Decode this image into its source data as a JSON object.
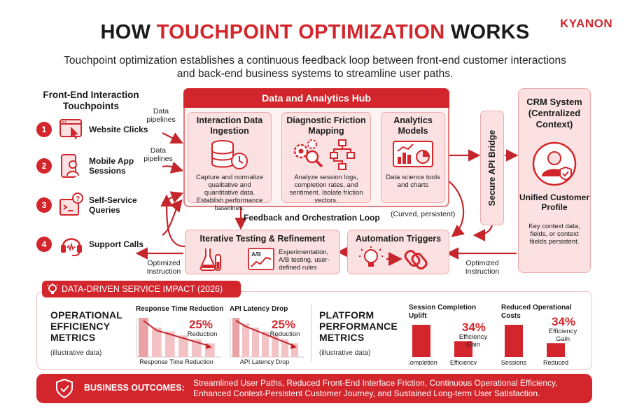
{
  "header": {
    "title_part1": "HOW ",
    "title_part2": "TOUCHPOINT OPTIMIZATION",
    "title_part3": " WORKS",
    "logo": "KYANON",
    "intro": "Touchpoint optimization establishes a continuous feedback loop between front-end customer interactions and back-end business systems to streamline user paths."
  },
  "touchpoints": {
    "title": "Front-End Interaction Touchpoints",
    "items": [
      {
        "num": "1",
        "label": "Website Clicks",
        "icon": "browser-cursor-icon"
      },
      {
        "num": "2",
        "label": "Mobile App Sessions",
        "icon": "mobile-user-icon"
      },
      {
        "num": "3",
        "label": "Self-Service Queries",
        "icon": "question-terminal-icon"
      },
      {
        "num": "4",
        "label": "Support Calls",
        "icon": "headset-icon"
      }
    ],
    "pipeline_label_1": "Data pipelines",
    "pipeline_label_2": "Data pipelines",
    "optimized_left": "Optimized Instruction"
  },
  "hub": {
    "title": "Data and Analytics Hub",
    "cards": [
      {
        "title": "Interaction Data Ingestion",
        "desc": "Capture and normalize qualitative and quantitative data. Establish performance baselines.",
        "icon": "database-clock-icon"
      },
      {
        "title": "Diagnostic Friction Mapping",
        "desc": "Analyze session logs, completion rates, and sentiment. Isolate friction vectors.",
        "icon": "gears-flowchart-icon"
      },
      {
        "title": "Analytics Models",
        "desc": "Data science tools and charts",
        "icon": "dashboard-icon"
      }
    ]
  },
  "bridge": {
    "label": "Secure API Bridge"
  },
  "crm": {
    "title": "CRM System (Centralized Context)",
    "subtitle": "Unified Customer Profile",
    "desc": "Key context data, fields, or context fiields persistent."
  },
  "loop": {
    "label": "Feedback and Orchestration Loop",
    "note": "(Curved, persistent)",
    "testing": {
      "title": "Iterative Testing & Refinement",
      "ab_label": "A/B",
      "desc": "Experimentation, A/B testing, user-defined rules"
    },
    "automation": {
      "title": "Automation Triggers"
    },
    "optimized_right": "Optimized Instruction"
  },
  "impact": {
    "heading": "DATA-DRIVEN SERVICE IMPACT (2026)",
    "operational": {
      "title": "OPERATIONAL EFFICIENCY METRICS",
      "sub": "(illustrative data)"
    },
    "platform": {
      "title": "PLATFORM PERFORMANCE METRICS",
      "sub": "(illustrative data)"
    }
  },
  "chart_data": [
    {
      "type": "bar",
      "title": "Response Time Reduction",
      "caption": "Response Time Reduction",
      "annotation_value": "25%",
      "annotation_label": "Reduction",
      "values": [
        10,
        7.5,
        6.5,
        5.5,
        4.5,
        3.5
      ],
      "trend": "down",
      "color": "#f2c2c4",
      "highlight_color": "#e9a3a6"
    },
    {
      "type": "bar",
      "title": "API Latency Drop",
      "caption": "API Latency Drop",
      "annotation_value": "25%",
      "annotation_label": "Reduction",
      "values": [
        10,
        8.5,
        7.5,
        6.5,
        5.5,
        4.5,
        3.5
      ],
      "trend": "down",
      "color": "#f2c2c4",
      "highlight_color": "#e9a3a6"
    },
    {
      "type": "bar",
      "title": "Session Completion Uplift",
      "categories": [
        "Completion",
        "Efficiency"
      ],
      "values": [
        67,
        33
      ],
      "annotation_value": "34%",
      "annotation_label": "Efficiency Gain",
      "color": "#d2262c"
    },
    {
      "type": "bar",
      "title": "Reduced Operational Costs",
      "categories": [
        "Sessions",
        "Reduced"
      ],
      "values": [
        100,
        43
      ],
      "annotation_value": "34%",
      "annotation_label": "Efficiency Gain",
      "color": "#d2262c"
    }
  ],
  "outcomes": {
    "label": "BUSINESS OUTCOMES:",
    "text": "Streamlined User Paths, Reduced Front-End Interface Friction, Continuous Operational Efficiency, Enhanced Context-Persistent Customer Journey, and Sustained Long-term User Satisfaction."
  },
  "colors": {
    "accent": "#d2262c",
    "card_fill": "#fbe1e2",
    "card_border": "#eda9ab"
  }
}
